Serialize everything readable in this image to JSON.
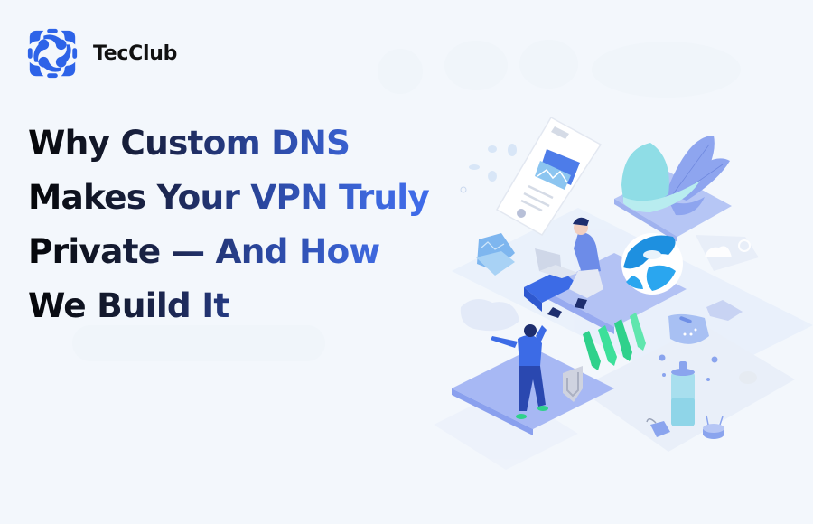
{
  "brand": {
    "name": "TecClub",
    "logo_icon": "connected-nodes-logo-icon",
    "logo_color": "#2d63e8"
  },
  "headline": {
    "lines": [
      "Why Custom DNS",
      "Makes Your VPN Truly",
      "Private — And How",
      "We Build It"
    ],
    "gradient_colors": [
      "#050608",
      "#1e2a5a",
      "#3f6cf0"
    ]
  },
  "illustration": {
    "description": "isometric VPN/DNS illustration",
    "elements": [
      "phone-screen-icon",
      "image-card-icon",
      "folder-icon",
      "person-with-laptop",
      "person-standing",
      "leaf-plant",
      "globe-icon",
      "cloud-icon",
      "shield-icon",
      "green-arrow-bars",
      "bottle-icon",
      "gift-box-icon",
      "stool-icon"
    ],
    "colors": {
      "platform": "#a9b9f5",
      "accent_blue": "#3d6be6",
      "teal": "#8fdde6",
      "green": "#2fd18b",
      "background": "#f3f7fc"
    }
  }
}
